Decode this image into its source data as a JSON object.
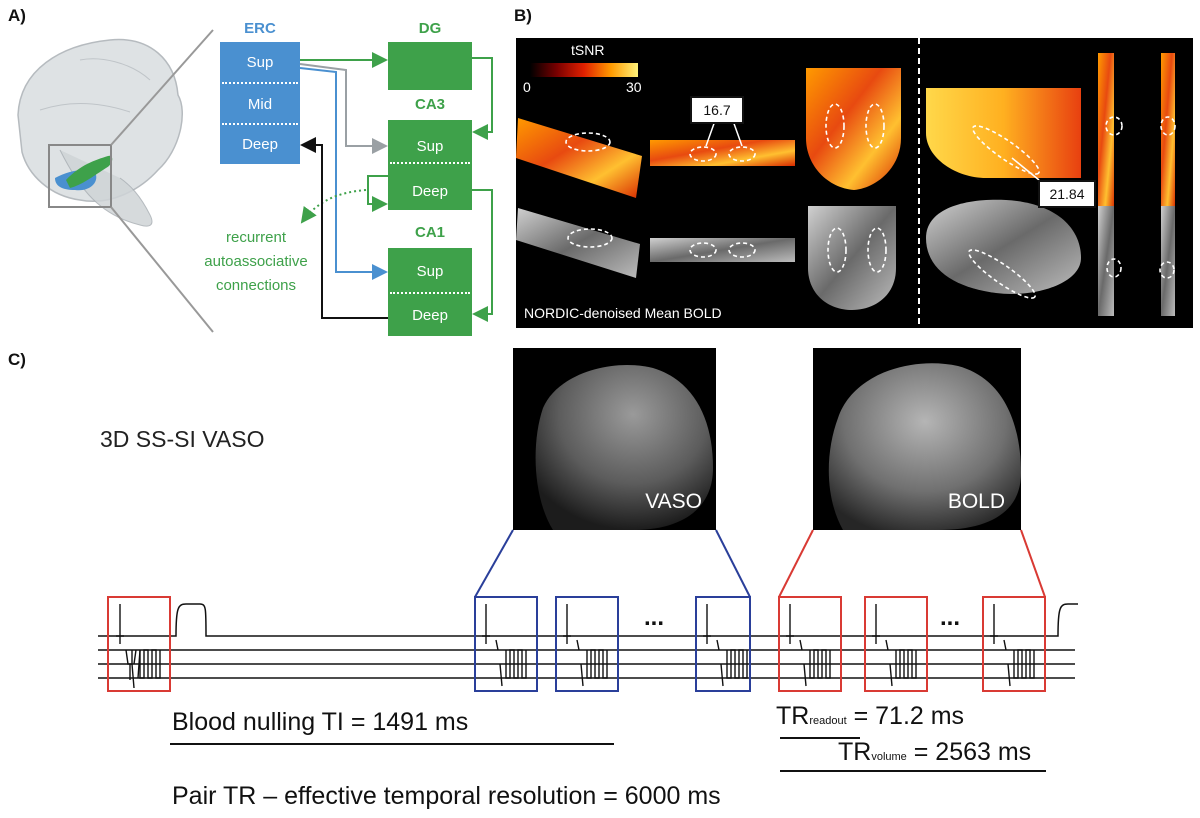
{
  "panels": {
    "a": "A)",
    "b": "B)",
    "c": "C)"
  },
  "panelA": {
    "erc": {
      "title": "ERC",
      "layers": [
        "Sup",
        "Mid",
        "Deep"
      ]
    },
    "dg": {
      "title": "DG"
    },
    "ca3": {
      "title": "CA3",
      "layers": [
        "Sup",
        "Deep"
      ]
    },
    "ca1": {
      "title": "CA1",
      "layers": [
        "Sup",
        "Deep"
      ]
    },
    "recurrent_label": [
      "recurrent",
      "autoassociative",
      "connections"
    ],
    "colors": {
      "erc": "#4a90d0",
      "hippocampus": "#3ea14a",
      "black": "#111111"
    }
  },
  "panelB": {
    "colorbar_label": "tSNR",
    "colorbar_min": "0",
    "colorbar_max": "30",
    "value_left": "16.7",
    "value_right": "21.84",
    "caption": "NORDIC-denoised Mean BOLD"
  },
  "panelC": {
    "sequence_title": "3D SS-SI VASO",
    "vaso_label": "VASO",
    "bold_label": "BOLD",
    "ellipsis": "...",
    "ti_text": "Blood nulling TI = 1491 ms",
    "tr_readout_prefix": "TR",
    "tr_readout_sub": "readout",
    "tr_readout_value": " = 71.2 ms",
    "tr_volume_prefix": "TR",
    "tr_volume_sub": "volume",
    "tr_volume_value": " = 2563 ms",
    "pair_text": "Pair TR – effective temporal resolution = 6000 ms",
    "colors": {
      "vaso": "#2a3f9a",
      "bold": "#d93a34"
    }
  }
}
